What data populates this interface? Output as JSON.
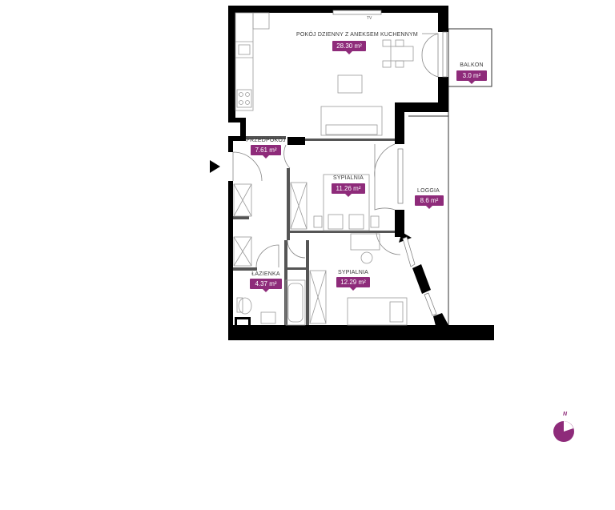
{
  "rooms": {
    "living": {
      "name": "POKÓJ DZIENNY Z ANEKSEM KUCHENNYM",
      "area": "28.30 m²"
    },
    "balcony": {
      "name": "BALKON",
      "area": "3.0 m²"
    },
    "hall": {
      "name": "PRZEDPOKÓJ",
      "area": "7.61 m²"
    },
    "bedroom1": {
      "name": "SYPIALNIA",
      "area": "11.26 m²"
    },
    "loggia": {
      "name": "LOGGIA",
      "area": "8.6 m²"
    },
    "bathroom": {
      "name": "ŁAZIENKA",
      "area": "4.37 m²"
    },
    "bedroom2": {
      "name": "SYPIALNIA",
      "area": "12.29 m²"
    }
  },
  "tv_label": "TV",
  "compass": {
    "label": "N"
  },
  "colors": {
    "accent": "#8e2b7a",
    "wall": "#000000",
    "furniture": "#9a9a9a"
  }
}
